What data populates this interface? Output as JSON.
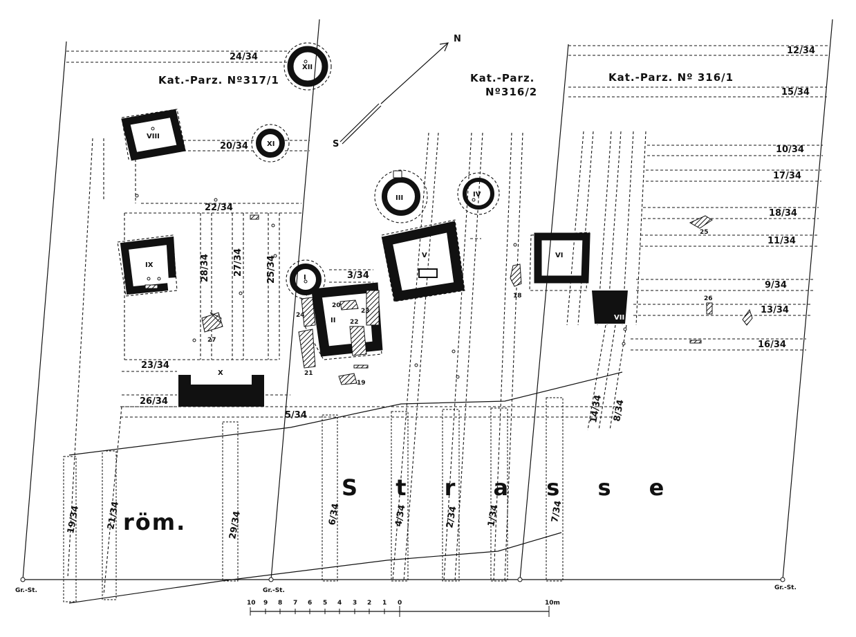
{
  "parcels": {
    "p317": "Kat.-Parz. Nº317/1",
    "p316_2_a": "Kat.-Parz.",
    "p316_2_b": "Nº316/2",
    "p316_1": "Kat.-Parz. Nº 316/1"
  },
  "road_label": [
    "röm.",
    "S t r a s s e"
  ],
  "north_arrow": {
    "n": "N",
    "s": "S"
  },
  "structures": [
    "I",
    "II",
    "III",
    "IV",
    "V",
    "VI",
    "VII",
    "VIII",
    "IX",
    "X",
    "XI",
    "XII"
  ],
  "trenches_left": [
    "24/34",
    "20/34",
    "22/34",
    "28/34",
    "27/34",
    "25/34",
    "3/34",
    "23/34",
    "26/34",
    "5/34"
  ],
  "trenches_bottom": [
    "19/34",
    "21/34",
    "29/34",
    "6/34",
    "4/34",
    "2/34",
    "1/34",
    "7/34",
    "14/34",
    "8/34"
  ],
  "trenches_right": [
    "12/34",
    "15/34",
    "10/34",
    "17/34",
    "18/34",
    "11/34",
    "9/34",
    "13/34",
    "16/34"
  ],
  "finds": [
    "27",
    "20",
    "22",
    "23",
    "24",
    "21",
    "19",
    "18",
    "25",
    "26"
  ],
  "survey_points": [
    "Gr.-St.",
    "Gr.-St.",
    "Gr.-St."
  ],
  "scale": {
    "ticks": [
      "10",
      "9",
      "8",
      "7",
      "6",
      "5",
      "4",
      "3",
      "2",
      "1",
      "0"
    ],
    "end": "10m"
  }
}
